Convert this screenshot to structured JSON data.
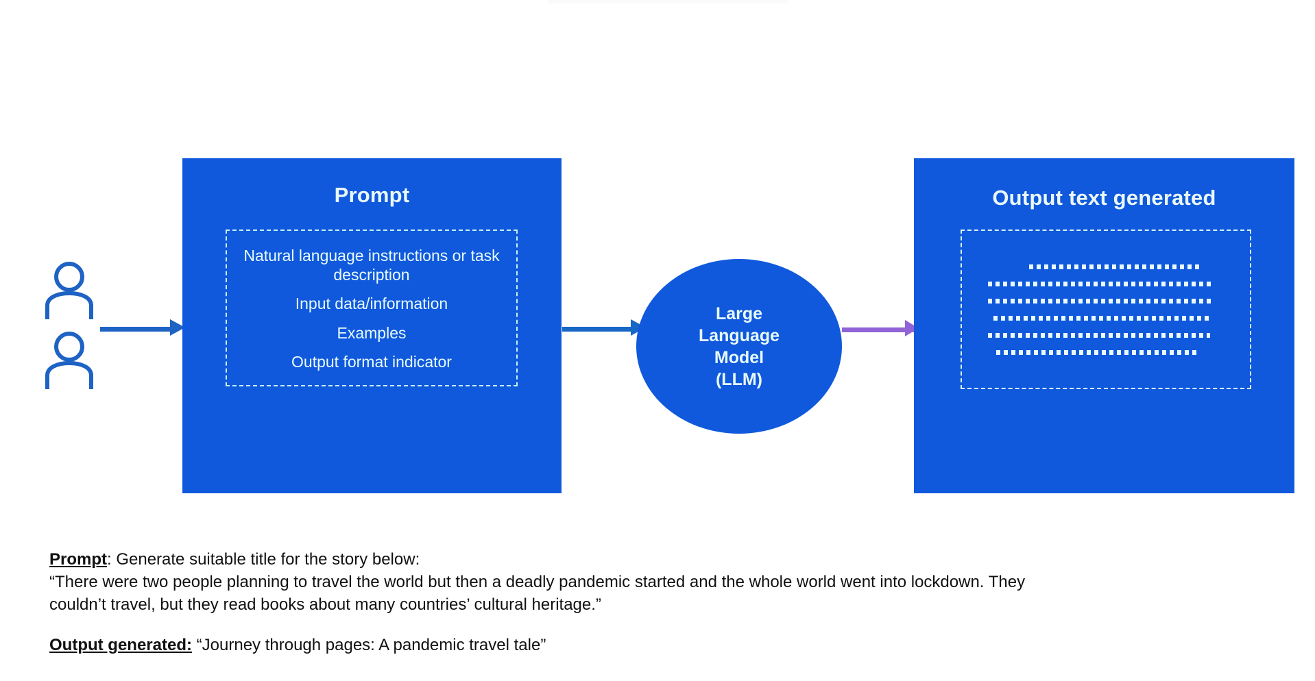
{
  "diagram": {
    "users": {
      "icon_name": "user-person-icon",
      "count": 2
    },
    "prompt_block": {
      "title": "Prompt",
      "items": [
        "Natural language instructions or task description",
        "Input data/information",
        "Examples",
        "Output format indicator"
      ]
    },
    "model_node": {
      "label": "Large Language Model (LLM)",
      "lines": [
        "Large",
        "Language",
        "Model",
        "(LLM)"
      ]
    },
    "output_block": {
      "title": "Output text generated",
      "placeholder_line_count": 6
    },
    "arrows": [
      {
        "name": "users-to-prompt",
        "color": "#1e62c4"
      },
      {
        "name": "prompt-to-llm",
        "color": "#1667c6"
      },
      {
        "name": "llm-to-output",
        "color": "#9063d6"
      }
    ],
    "colors": {
      "box_blue": "#1059dc",
      "text_light": "#e8fbfa",
      "dashed_border": "#c9f2ef",
      "arrow_blue": "#1667c6",
      "arrow_purple": "#9063d6",
      "caption_text": "#111111"
    }
  },
  "caption": {
    "prompt_label": "Prompt",
    "prompt_rest": ": Generate suitable title for the story below:",
    "story_line_1": "“There were two people planning to travel the world but then a deadly pandemic started and the whole world went into lockdown. They",
    "story_line_2": " couldn’t travel, but they read books about many countries’ cultural heritage.”",
    "output_label": "Output generated:",
    "output_rest": " “Journey through pages: A pandemic travel tale”"
  }
}
